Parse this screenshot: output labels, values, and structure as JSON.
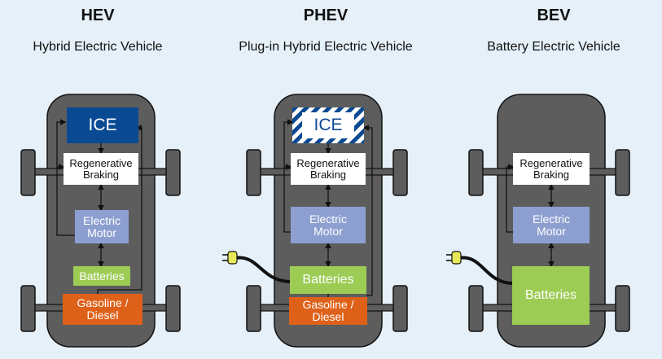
{
  "columns": [
    {
      "title": "HEV",
      "subtitle": "Hybrid Electric Vehicle"
    },
    {
      "title": "PHEV",
      "subtitle": "Plug-in Hybrid Electric Vehicle"
    },
    {
      "title": "BEV",
      "subtitle": "Battery Electric Vehicle"
    }
  ],
  "labels": {
    "ice": "ICE",
    "regen_line1": "Regenerative",
    "regen_line2": "Braking",
    "motor_line1": "Electric",
    "motor_line2": "Motor",
    "batteries": "Batteries",
    "fuel_line1": "Gasoline /",
    "fuel_line2": "Diesel"
  },
  "colors": {
    "background": "#e5f0f8",
    "car_body": "#5d5d5d",
    "ice": "#0a4a93",
    "motor": "#8d9fd0",
    "batteries": "#9ccc54",
    "fuel": "#de6119"
  },
  "icons": [
    "plug-icon",
    "power-cable"
  ]
}
